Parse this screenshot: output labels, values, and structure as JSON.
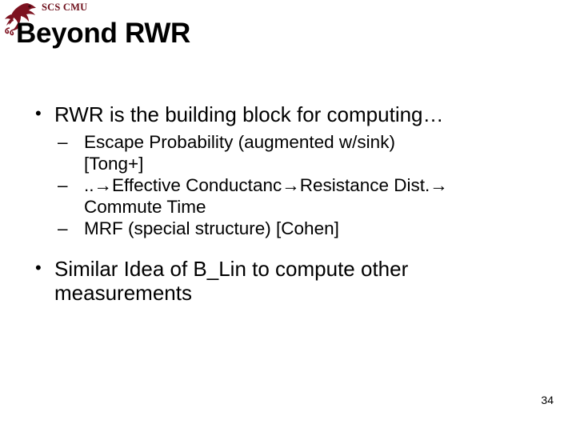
{
  "slide": {
    "page_number": "34",
    "background_color": "#ffffff",
    "text_color": "#000000"
  },
  "header": {
    "logo_icon": "cmu-scotty-mascot-icon",
    "logo_text": "SCS CMU",
    "logo_color": "#6e0f1b",
    "title": "Beyond RWR"
  },
  "content": {
    "bullets": [
      {
        "level": 1,
        "marker": "•",
        "text": "RWR is the building block for computing…",
        "sub": [
          {
            "level": 2,
            "marker": "–",
            "text": "Escape Probability (augmented w/sink)",
            "continuation": "[Tong+]"
          },
          {
            "level": 2,
            "marker": "–",
            "text": "..→Effective Conductanc→Resistance Dist.→",
            "continuation": "Commute Time"
          },
          {
            "level": 2,
            "marker": "–",
            "text": "MRF (special structure) [Cohen]",
            "continuation": ""
          }
        ]
      },
      {
        "level": 1,
        "marker": "•",
        "text": "Similar Idea of B_Lin to compute other",
        "continuation": "measurements",
        "sub": []
      }
    ]
  }
}
